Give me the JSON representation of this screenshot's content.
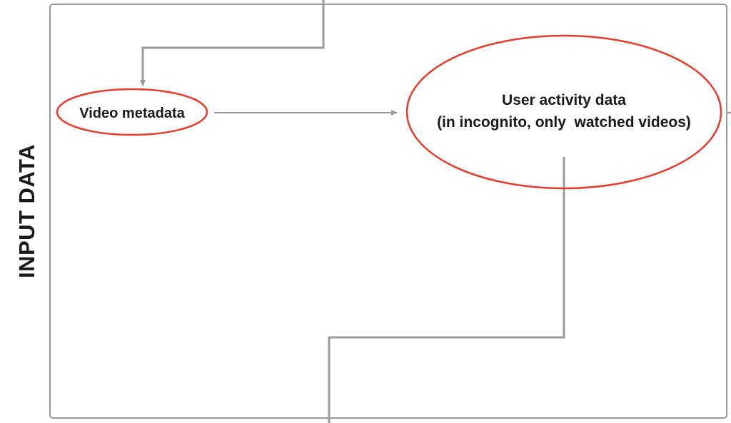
{
  "section_label": "INPUT DATA",
  "nodes": {
    "video_metadata": {
      "label": "Video metadata"
    },
    "user_activity": {
      "line1": "User activity data",
      "line2": "(in incognito, only  watched videos)"
    }
  },
  "colors": {
    "ellipse_stroke": "#e63b2e",
    "frame_stroke": "#7a7a7a",
    "connector": "#9a9a9a",
    "text": "#1a1a1a"
  }
}
